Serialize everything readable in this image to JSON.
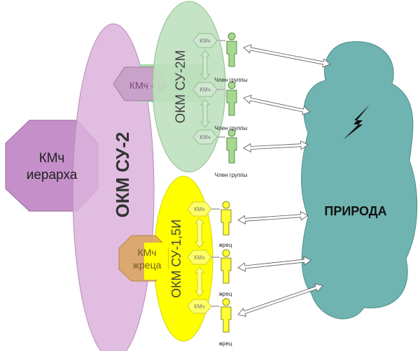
{
  "labels": {
    "okm_su2": "ОКМ СУ-2",
    "okm_su2m": "ОКМ СУ-2М",
    "okm_su15i": "ОКМ СУ-1,5И",
    "kmch_hierarch_line1": "КМч",
    "kmch_hierarch_line2": "иерарха",
    "kmch_one": "КМч «1»",
    "kmch_priest_line1": "КМч",
    "kmch_priest_line2": "жреца",
    "small_kmch": "КМч",
    "nature": "ПРИРОДА"
  },
  "group_members": [
    {
      "label": "Член группы"
    },
    {
      "label": "Член группы"
    },
    {
      "label": "Член группы"
    }
  ],
  "priests": [
    {
      "label": "жрец"
    },
    {
      "label": "жрец"
    },
    {
      "label": "жрец"
    }
  ],
  "colors": {
    "purple_ellipse": "#dcb3dc",
    "purple_octagon": "#c58fc9",
    "green_ellipse": "#bfe0bf",
    "green_figure": "#a6d98f",
    "yellow_ellipse": "#ffff00",
    "yellow_figure": "#ffff33",
    "nature_cloud": "#6fb4b0",
    "priest_octagon": "#e0a860"
  }
}
